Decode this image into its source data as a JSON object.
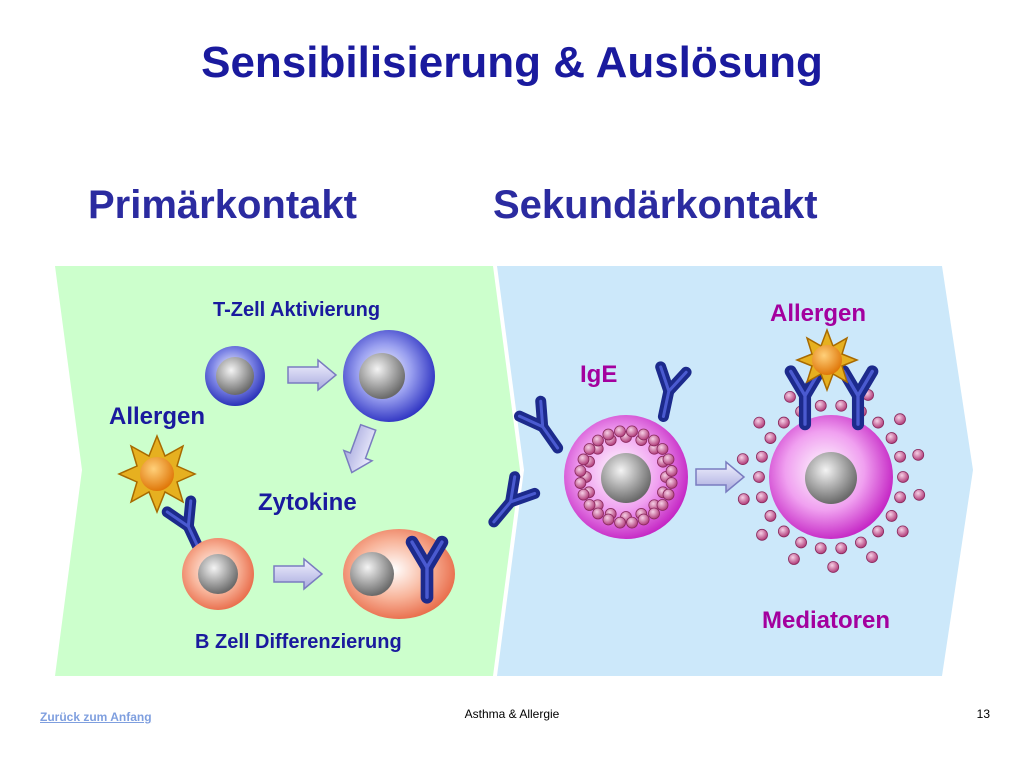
{
  "title": "Sensibilisierung & Auslösung",
  "headings": {
    "primary": "Primärkontakt",
    "secondary": "Sekundärkontakt"
  },
  "labels": {
    "t_cell": "T-Zell Aktivierung",
    "allergen_left": "Allergen",
    "cytokines": "Zytokine",
    "b_cell": "B Zell Differenzierung",
    "ige": "IgE",
    "allergen_right": "Allergen",
    "mediators": "Mediatoren"
  },
  "footer": {
    "back_link": "Zurück zum Anfang",
    "center": "Asthma & Allergie",
    "page": "13"
  },
  "colors": {
    "title": "#1a1a9e",
    "primary_panel": "#ccffcc",
    "secondary_panel": "#cce8fa",
    "label_blue": "#1a1a9e",
    "label_magenta": "#a3009e",
    "antibody": "#1c2a8c",
    "allergen": "#f0931a"
  }
}
